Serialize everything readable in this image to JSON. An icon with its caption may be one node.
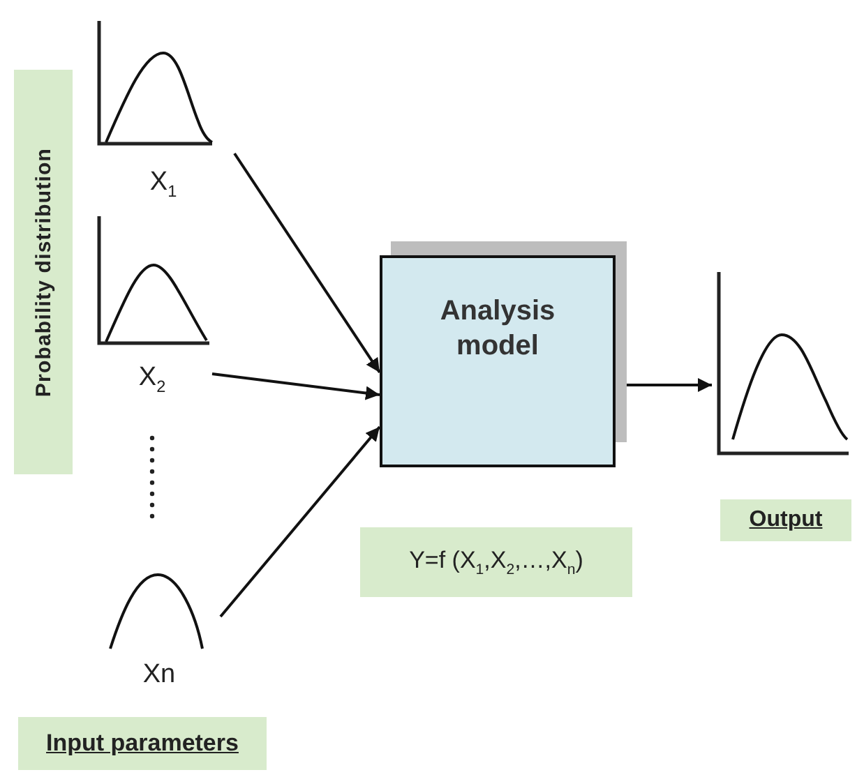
{
  "diagram": {
    "nodes": [
      {
        "text": [
          "Probability distribution"
        ]
      },
      {
        "text": [
          "X$_{1}$"
        ]
      },
      {
        "text": [
          "X$_{2}$"
        ]
      },
      {
        "text": [
          "Xn"
        ]
      },
      {
        "text": [
          "Analysis model"
        ]
      },
      {
        "text": [
          "Y=f (X$_{1}$,X$_{2}$,…,X$_{n}$)"
        ]
      },
      {
        "text": [],
        "shape": "picture"
      },
      {
        "text": [
          "Output"
        ]
      },
      {
        "text": [
          "Input parameters"
        ]
      }
    ],
    "edges": [
      {
        "from": 1,
        "to": 4,
        "arrow": "to"
      },
      {
        "from": 2,
        "to": 4,
        "arrow": "to"
      },
      {
        "from": 3,
        "to": 4,
        "arrow": "to"
      },
      {
        "from": 4,
        "to": 6,
        "arrow": "to"
      }
    ]
  }
}
